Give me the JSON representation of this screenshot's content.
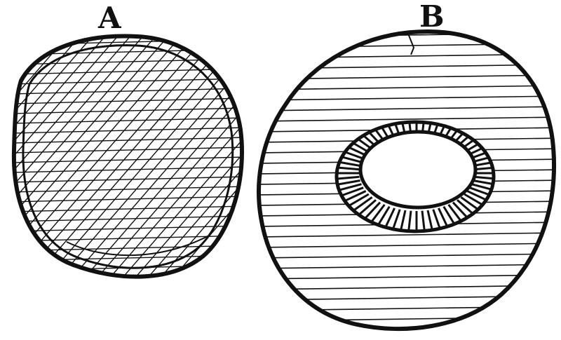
{
  "figure": {
    "labels": {
      "a": "A",
      "b": "B"
    },
    "colors": {
      "ink": "#111111",
      "paper": "#ffffff"
    },
    "shapes": {
      "a": {
        "hatching": "cross-hatched",
        "hole": false
      },
      "b": {
        "hatching": "horizontal",
        "hole": true,
        "hole_rim": "radial-hatched"
      }
    }
  }
}
